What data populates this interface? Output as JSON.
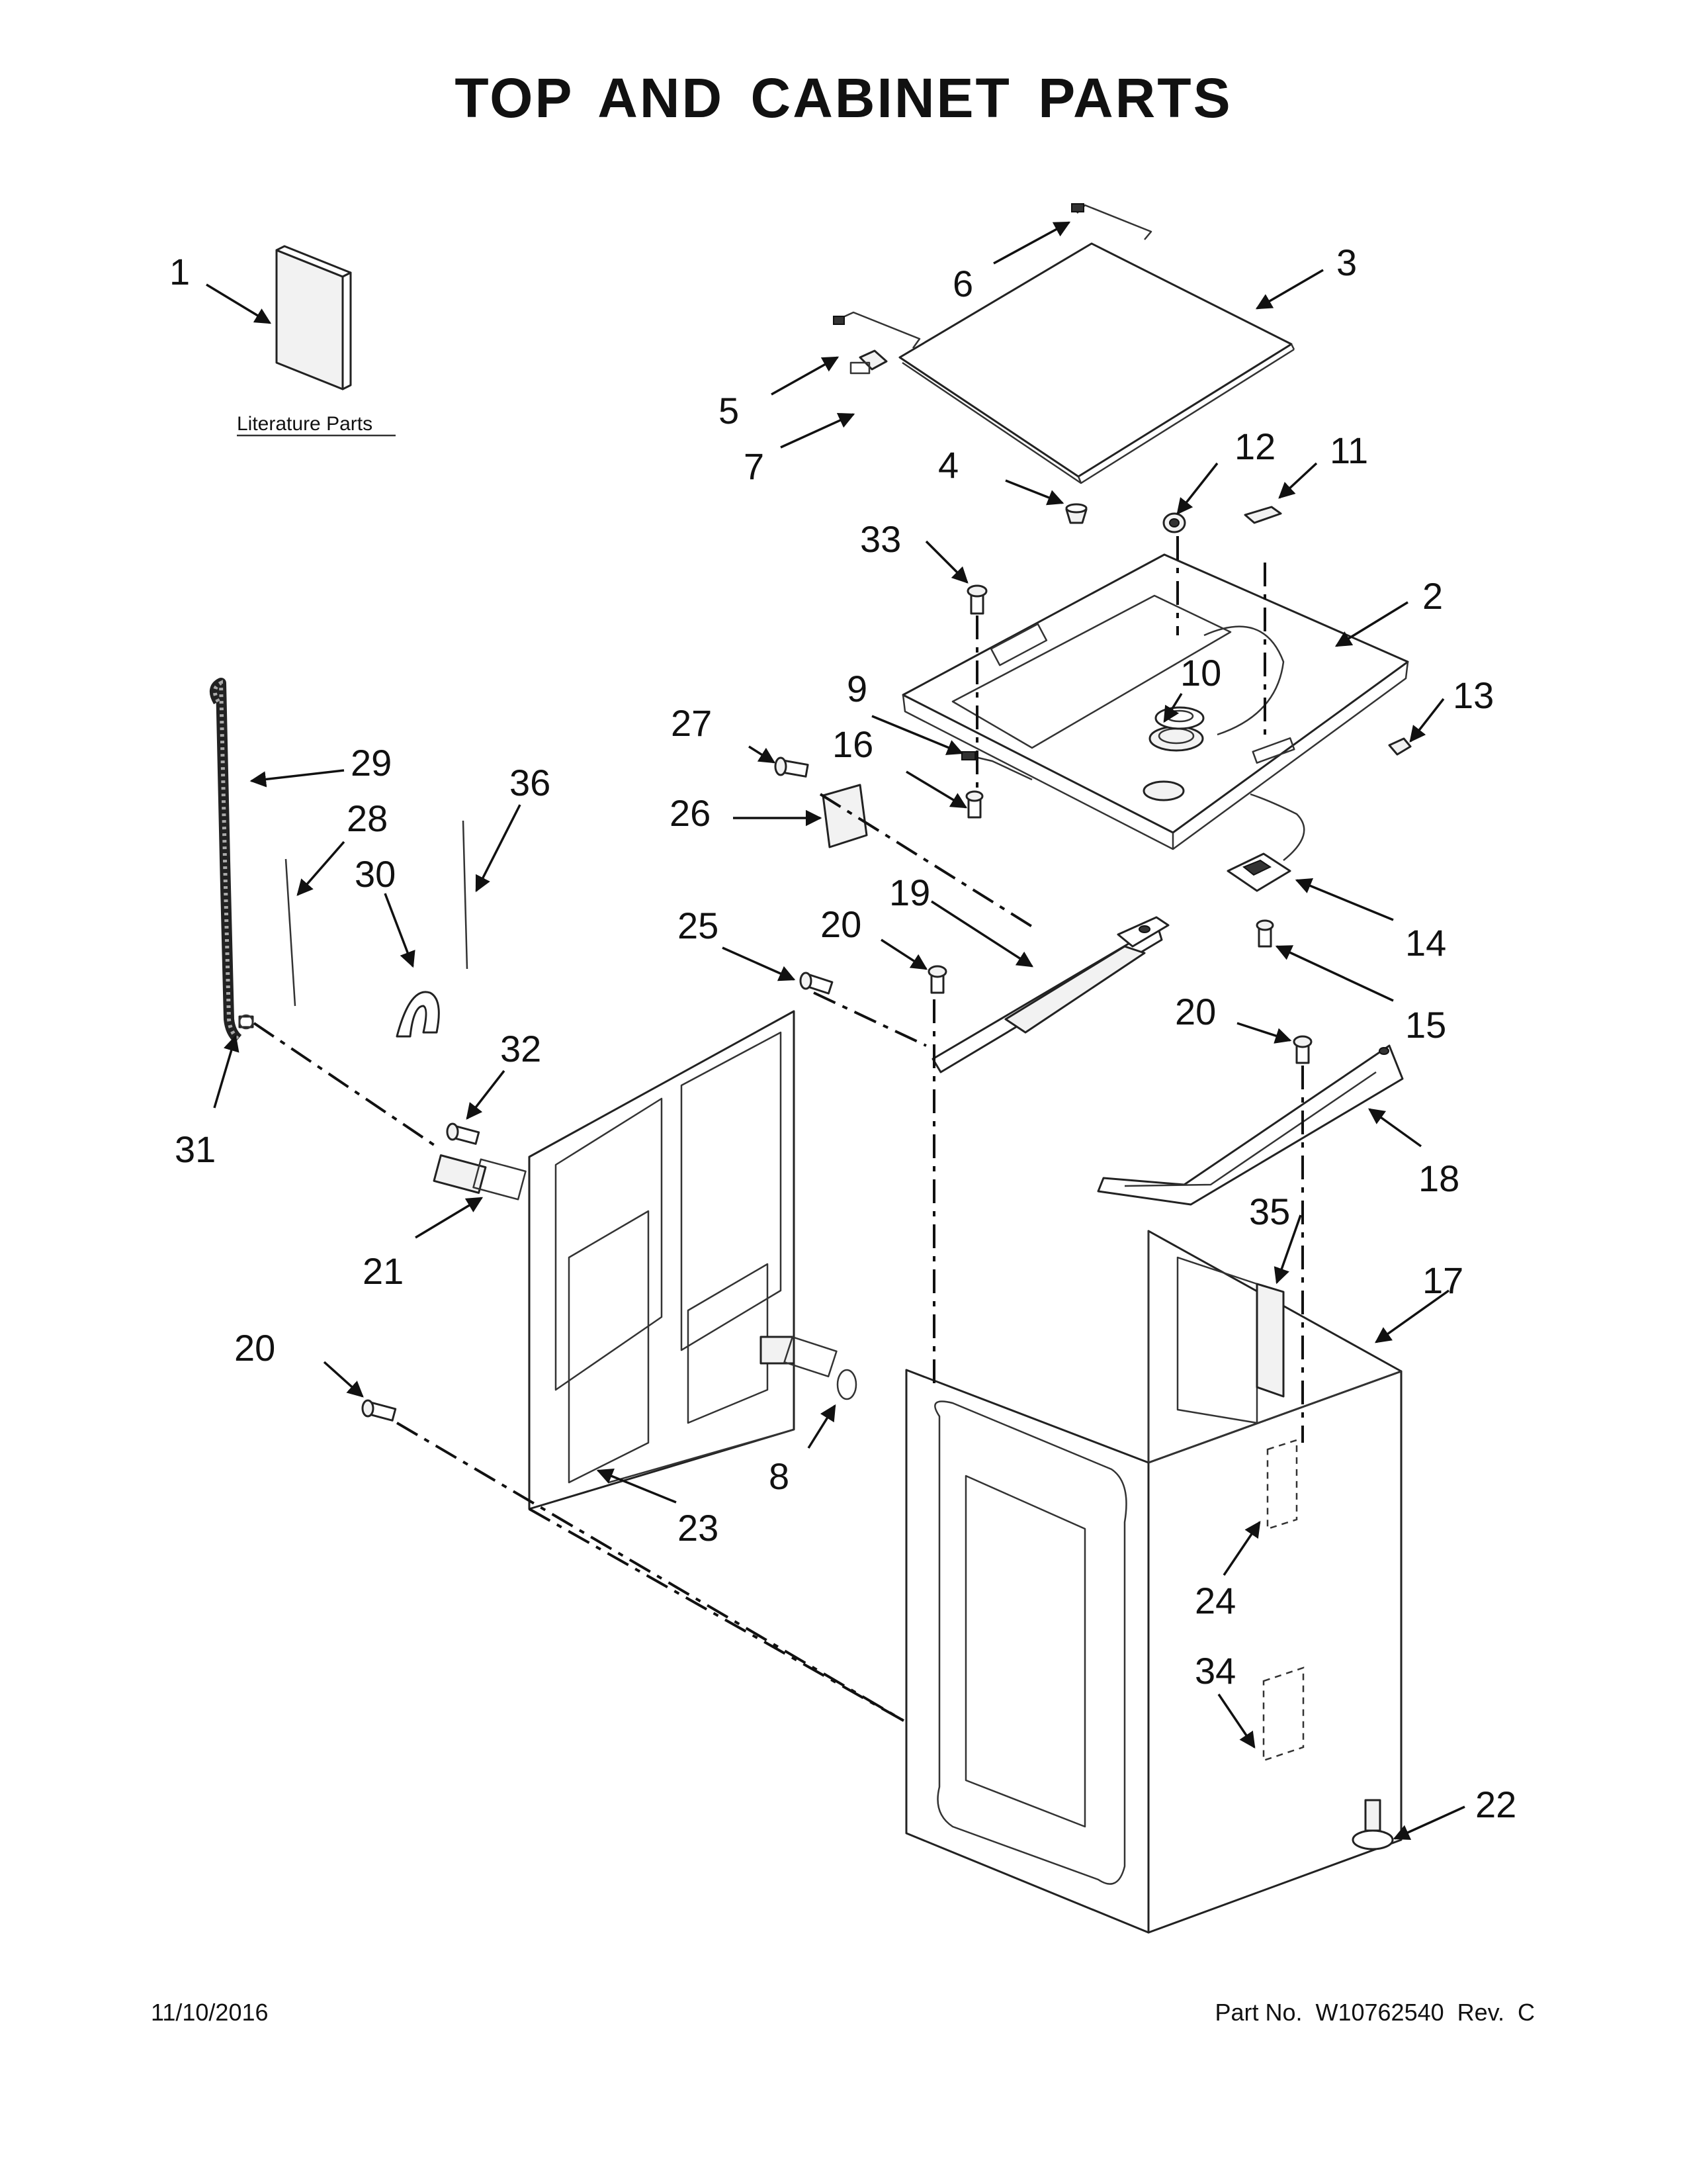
{
  "title": "TOP AND CABINET PARTS",
  "literature_label": "Literature Parts",
  "footer": {
    "date": "11/10/2016",
    "part_no": "Part No.  W10762540  Rev.  C"
  },
  "callouts": [
    "1",
    "2",
    "3",
    "4",
    "5",
    "6",
    "7",
    "8",
    "9",
    "10",
    "11",
    "12",
    "13",
    "14",
    "15",
    "16",
    "17",
    "18",
    "19",
    "20",
    "20",
    "20",
    "21",
    "22",
    "23",
    "24",
    "25",
    "26",
    "27",
    "28",
    "29",
    "30",
    "31",
    "32",
    "33",
    "34",
    "35",
    "36"
  ]
}
